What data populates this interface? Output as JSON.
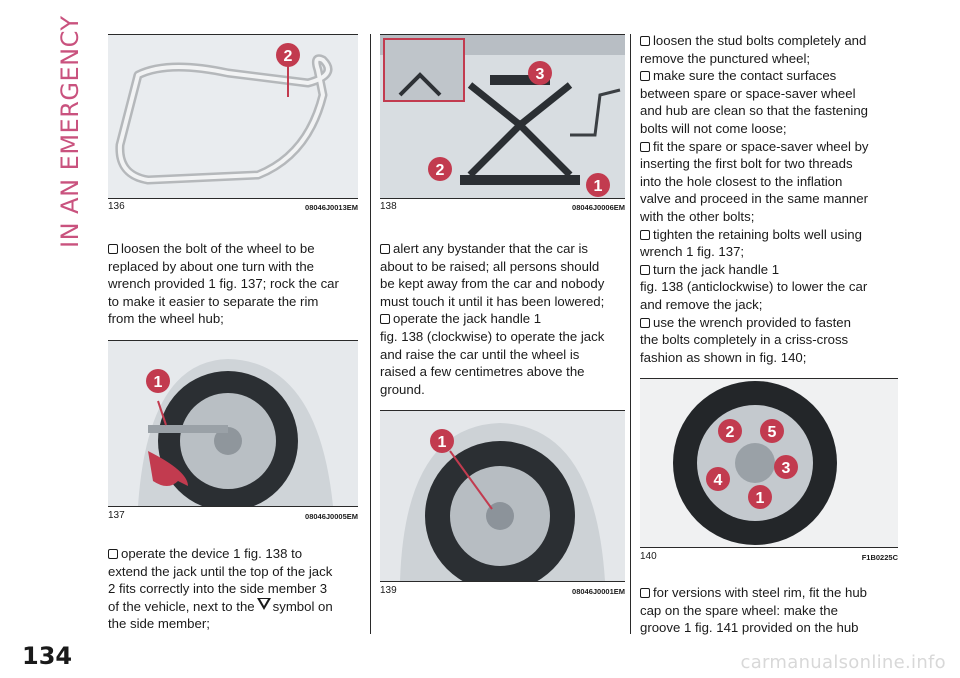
{
  "side_title": "IN AN EMERGENCY",
  "page_number": "134",
  "watermark": "carmanualsonline.info",
  "figures": {
    "f136": {
      "num": "136",
      "code": "08046J0013EM",
      "markers": [
        "2"
      ]
    },
    "f137": {
      "num": "137",
      "code": "08046J0005EM",
      "markers": [
        "1"
      ]
    },
    "f138": {
      "num": "138",
      "code": "08046J0006EM",
      "markers": [
        "3",
        "2",
        "1"
      ]
    },
    "f139": {
      "num": "139",
      "code": "08046J0001EM",
      "markers": [
        "1"
      ]
    },
    "f140": {
      "num": "140",
      "code": "F1B0225C",
      "markers": [
        "2",
        "5",
        "4",
        "3",
        "1"
      ]
    }
  },
  "col1": {
    "p1": [
      "loosen the bolt of the wheel to be",
      "replaced by about one turn with the",
      "wrench provided 1 fig. 137; rock the car",
      "to make it easier to separate the rim",
      "from the wheel hub;"
    ],
    "p2": [
      "operate the device 1 fig. 138 to",
      "extend the jack until the top of the jack",
      "2 fits correctly into the side member 3",
      "of the vehicle, next to the",
      "symbol on",
      "the side member;"
    ]
  },
  "col2": {
    "p1": [
      "alert any bystander that the car is",
      "about to be raised; all persons should",
      "be kept away from the car and nobody",
      "must touch it until it has been lowered;"
    ],
    "p2": [
      "operate the jack handle 1",
      "fig. 138 (clockwise) to operate the jack",
      "and raise the car until the wheel is",
      "raised a few centimetres above the",
      "ground."
    ]
  },
  "col3": {
    "b1": [
      "loosen the stud bolts completely and",
      "remove the punctured wheel;"
    ],
    "b2": [
      "make sure the contact surfaces",
      "between spare or space-saver wheel",
      "and hub are clean so that the fastening",
      "bolts will not come loose;"
    ],
    "b3": [
      "fit the spare or space-saver wheel by",
      "inserting the first bolt for two threads",
      "into the hole closest to the inflation",
      "valve and proceed in the same manner",
      "with the other bolts;"
    ],
    "b4": [
      "tighten the retaining bolts well using",
      "wrench 1 fig. 137;"
    ],
    "b5": [
      "turn the jack handle 1",
      "fig. 138 (anticlockwise) to lower the car",
      "and remove the jack;"
    ],
    "b6": [
      "use the wrench provided to fasten",
      "the bolts completely in a criss-cross",
      "fashion as shown in fig. 140;"
    ],
    "b7": [
      "for versions with steel rim, fit the hub",
      "cap on the spare wheel: make the",
      "groove 1 fig. 141 provided on the hub"
    ]
  },
  "colors": {
    "accent": "#c9527e",
    "marker": "#c23b4f",
    "text": "#1a1a1a"
  }
}
